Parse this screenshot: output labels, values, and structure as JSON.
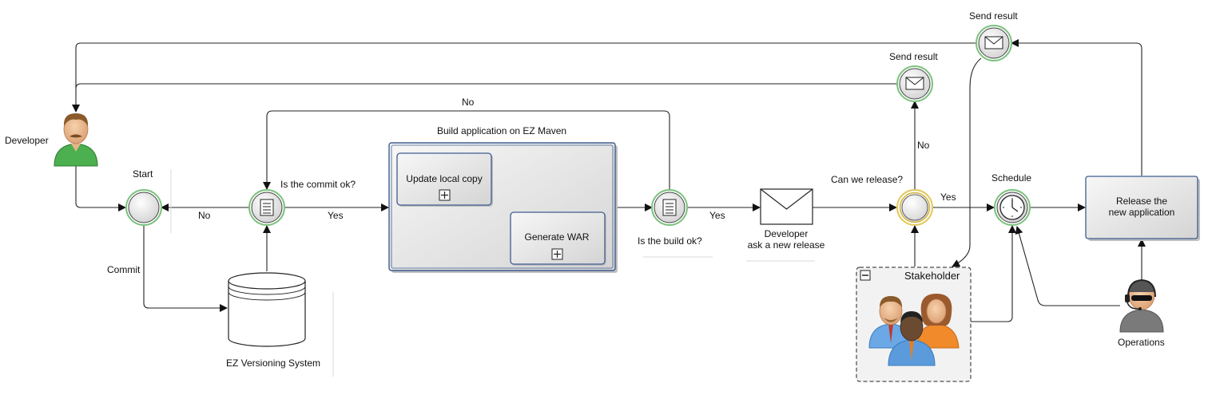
{
  "nodes": {
    "developer": "Developer",
    "start": "Start",
    "commit_check": "Is the commit ok?",
    "build_check": "Is the build ok?",
    "subprocess_title": "Build application on EZ Maven",
    "update_local_copy": "Update local copy",
    "generate_war": "Generate WAR",
    "message_line1": "Developer",
    "message_line2": "ask a new release",
    "release_gateway": "Can we release?",
    "send_result_1": "Send result",
    "send_result_2": "Send result",
    "schedule": "Schedule",
    "release_line1": "Release the",
    "release_line2": "new application",
    "stakeholder": "Stakeholder",
    "operations": "Operations",
    "vcs": "EZ Versioning System"
  },
  "edges": {
    "commit": "Commit",
    "no_start": "No",
    "yes_commit": "Yes",
    "no_build": "No",
    "yes_build": "Yes",
    "no_release": "No",
    "yes_release": "Yes"
  },
  "icons": {
    "message": "envelope-icon",
    "timer": "clock-icon",
    "conditional": "document-lines-icon",
    "expand": "plus-box-icon",
    "collapse": "minus-box-icon",
    "developer": "man-avatar-icon",
    "operations": "headset-operator-icon",
    "stakeholders": "group-avatar-icon",
    "database": "database-icon"
  },
  "colors": {
    "event_ring": "#7cc27e",
    "gateway_ring": "#e0c85a",
    "task_border": "#3f5c8f",
    "arrow": "#222222"
  }
}
